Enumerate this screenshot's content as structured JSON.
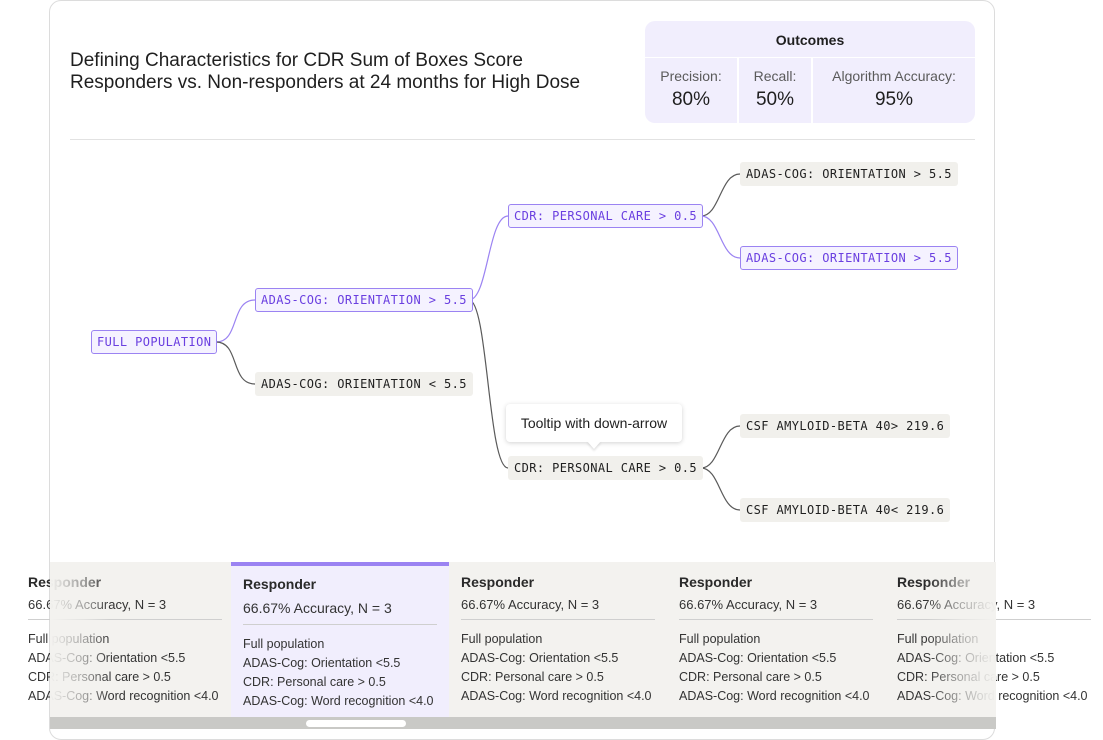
{
  "title": {
    "line1": "Defining Characteristics for CDR Sum of Boxes Score",
    "line2": "Responders vs. Non-responders at 24 months for High Dose"
  },
  "outcomes": {
    "title": "Outcomes",
    "metrics": [
      {
        "label": "Precision:",
        "value": "80%"
      },
      {
        "label": "Recall:",
        "value": "50%"
      },
      {
        "label": "Algorithm Accuracy:",
        "value": "95%"
      }
    ]
  },
  "tree": {
    "nodes": [
      {
        "id": "root",
        "label": "FULL POPULATION",
        "selected": true
      },
      {
        "id": "n1",
        "label": "ADAS-COG: ORIENTATION > 5.5",
        "selected": true
      },
      {
        "id": "n2",
        "label": "ADAS-COG: ORIENTATION < 5.5",
        "selected": false
      },
      {
        "id": "n3",
        "label": "CDR: PERSONAL CARE > 0.5",
        "selected": true
      },
      {
        "id": "n4",
        "label": "CDR: PERSONAL CARE > 0.5",
        "selected": false
      },
      {
        "id": "n5",
        "label": "ADAS-COG: ORIENTATION > 5.5",
        "selected": false
      },
      {
        "id": "n6",
        "label": "ADAS-COG: ORIENTATION > 5.5",
        "selected": true
      },
      {
        "id": "n7",
        "label": "CSF AMYLOID-BETA 40> 219.6",
        "selected": false
      },
      {
        "id": "n8",
        "label": "CSF AMYLOID-BETA 40< 219.6",
        "selected": false
      }
    ],
    "tooltip": "Tooltip with down-arrow",
    "colors": {
      "selected": "#9b83f2",
      "default": "#5a5a5a"
    }
  },
  "cards": [
    {
      "title": "Responder",
      "accuracy": "66.67% Accuracy, N = 3",
      "lines": [
        "Full population",
        "ADAS-Cog: Orientation <5.5",
        "CDR: Personal care > 0.5",
        "ADAS-Cog: Word recognition <4.0"
      ],
      "selected": false
    },
    {
      "title": "Responder",
      "accuracy": "66.67% Accuracy, N = 3",
      "lines": [
        "Full population",
        "ADAS-Cog: Orientation <5.5",
        "CDR: Personal care > 0.5",
        "ADAS-Cog: Word recognition <4.0"
      ],
      "selected": true
    },
    {
      "title": "Responder",
      "accuracy": "66.67% Accuracy, N = 3",
      "lines": [
        "Full population",
        "ADAS-Cog: Orientation <5.5",
        "CDR: Personal care > 0.5",
        "ADAS-Cog: Word recognition <4.0"
      ],
      "selected": false
    },
    {
      "title": "Responder",
      "accuracy": "66.67% Accuracy, N = 3",
      "lines": [
        "Full population",
        "ADAS-Cog: Orientation <5.5",
        "CDR: Personal care > 0.5",
        "ADAS-Cog: Word recognition <4.0"
      ],
      "selected": false
    },
    {
      "title": "Responder",
      "accuracy": "66.67% Accuracy, N = 3",
      "lines": [
        "Full population",
        "ADAS-Cog: Orientation <5.5",
        "CDR: Personal care > 0.5",
        "ADAS-Cog: Word recognition <4.0"
      ],
      "selected": false
    }
  ]
}
